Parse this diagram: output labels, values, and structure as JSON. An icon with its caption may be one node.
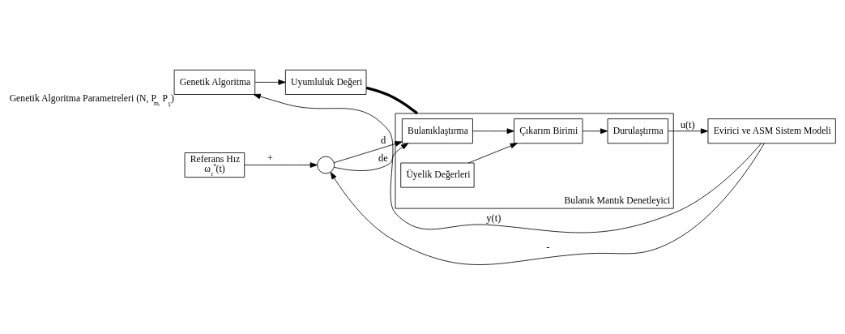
{
  "diagram": {
    "nodes": [
      {
        "text": [
          "Genetik Algoritma"
        ],
        "beside": [
          "Genetik Algoritma Parametreleri (N, P$_{m,}$ P$_{ç}$)"
        ]
      },
      {
        "text": [
          "Uyumluluk Değeri"
        ]
      },
      {
        "text": [
          "Bulanık Mantık Denetleyici"
        ]
      },
      {
        "text": [
          "Referans Hız",
          "ω$_{r}$$^{*}$(t)"
        ]
      },
      {
        "text": [],
        "shape": "circle"
      },
      {
        "text": [
          "Bulanıklaştırma"
        ],
        "in": 2
      },
      {
        "text": [
          "Çıkarım Birimi"
        ],
        "in": 2
      },
      {
        "text": [
          "Durulaştırma"
        ],
        "in": 2
      },
      {
        "text": [
          "Üyelik Değerleri"
        ],
        "in": 2
      },
      {
        "text": [
          "Evirici ve ASM Sistem Modeli"
        ]
      }
    ],
    "edges": [
      {
        "from": 0,
        "to": 1,
        "arrow": "to"
      },
      {
        "from": 1,
        "to": 2,
        "arrow": "none",
        "style": "thick"
      },
      {
        "from": 3,
        "to": 4,
        "arrow": "to",
        "label": "+"
      },
      {
        "from": 4,
        "to": 5,
        "arrow": "to",
        "label": "d"
      },
      {
        "from": 4,
        "to": 5,
        "arrow": "to",
        "label": "de"
      },
      {
        "from": 5,
        "to": 6,
        "arrow": "to"
      },
      {
        "from": 6,
        "to": 7,
        "arrow": "to"
      },
      {
        "from": 8,
        "to": 6,
        "arrow": "to"
      },
      {
        "from": 7,
        "to": 9,
        "arrow": "to",
        "label": "u(t)"
      },
      {
        "from": 9,
        "to": 0,
        "arrow": "to",
        "label": "y(t)"
      },
      {
        "from": 9,
        "to": 4,
        "arrow": "to",
        "label": "-"
      }
    ]
  }
}
